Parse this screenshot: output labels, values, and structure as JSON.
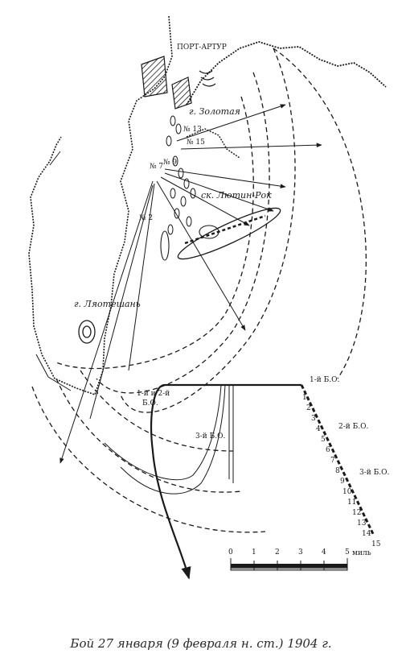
{
  "places": {
    "port_arthur": "ПОРТ-АРТУР",
    "zolotaya": "г. Золотая",
    "lyutin_rock": "ск. Лютин-Рок",
    "lyaoteshan": "г. Ляотешань"
  },
  "formations": {
    "bo1": "1-й Б.О.",
    "bo2": "2-й Б.О.",
    "bo3": "3-й Б.О.",
    "bo12_line1": "1-й и 2-й",
    "bo12_line2": "Б.О.",
    "bo3_left": "3-й Б.О."
  },
  "ship_marks": {
    "n13": "№ 13",
    "n15": "№ 15",
    "n7": "№ 7",
    "n9": "№ 9",
    "n2": "№ 2"
  },
  "column_numbers": [
    "1",
    "2",
    "3",
    "4",
    "5",
    "6",
    "7",
    "8",
    "9",
    "10",
    "11",
    "12",
    "13",
    "14",
    "15"
  ],
  "scale": {
    "ticks": [
      "0",
      "1",
      "2",
      "3",
      "4",
      "5"
    ],
    "unit": "миль"
  },
  "caption": "Бой 27 января (9 февраля н. ст.) 1904 г."
}
